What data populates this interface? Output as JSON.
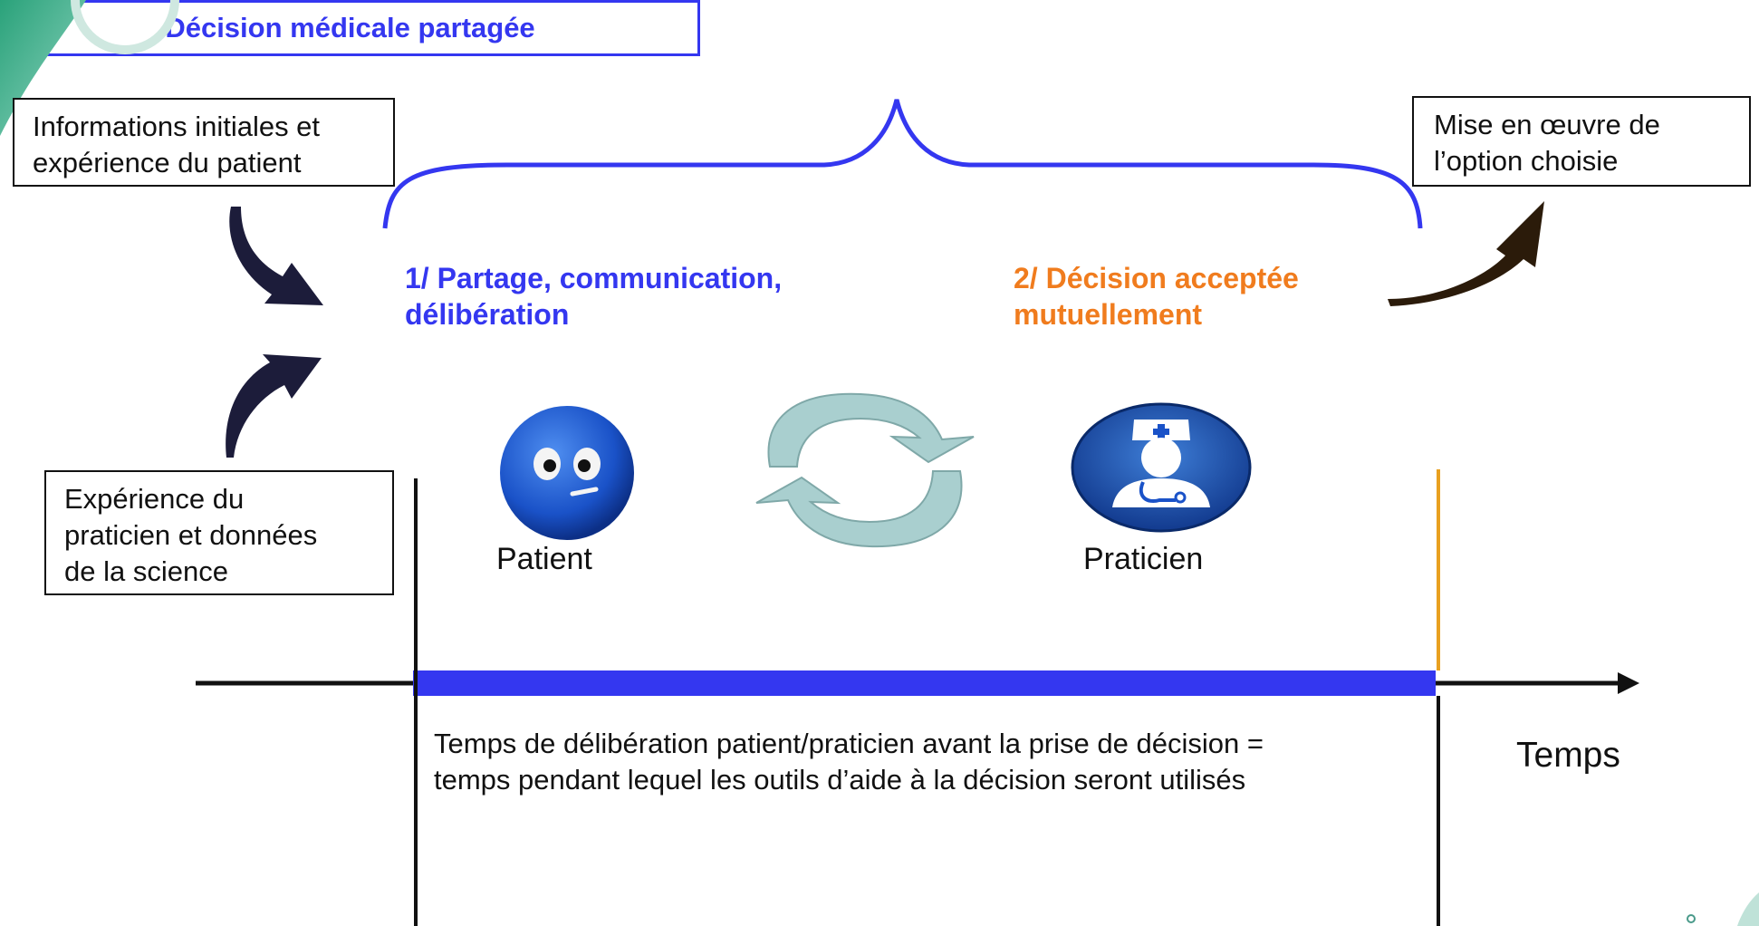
{
  "title": "Décision médicale partagée",
  "inputs": {
    "patient_info": [
      "Informations initiales et",
      "expérience du patient"
    ],
    "practitioner_info": [
      "Expérience du",
      "praticien et données",
      "de la science"
    ]
  },
  "output": [
    "Mise en œuvre de",
    "l’option choisie"
  ],
  "phases": {
    "phase1": [
      "1/ Partage, communication,",
      "délibération"
    ],
    "phase2": [
      "2/ Décision acceptée",
      "mutuellement"
    ]
  },
  "actors": {
    "patient": "Patient",
    "practitioner": "Praticien"
  },
  "timeline": {
    "description": [
      "Temps de délibération patient/praticien avant la prise de décision =",
      "temps pendant lequel les outils d’aide à la décision seront utilisés"
    ],
    "axis_label": "Temps"
  },
  "colors": {
    "blue": "#3437f0",
    "orange": "#f07c1e",
    "gold": "#e8a020",
    "teal": "#9bc4c4"
  },
  "icons": [
    "arrow-down-right-icon",
    "arrow-up-right-icon",
    "cycle-arrows-icon",
    "smiley-patient-icon",
    "doctor-icon"
  ]
}
